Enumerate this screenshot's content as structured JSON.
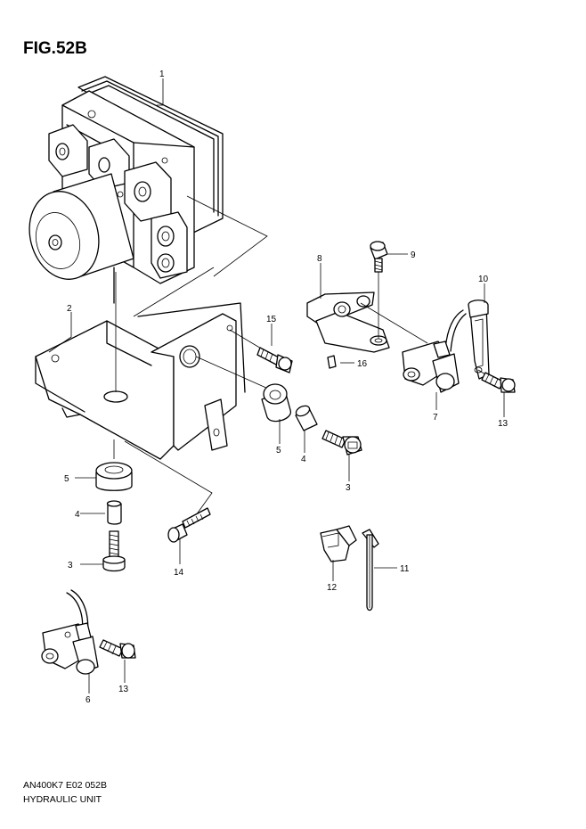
{
  "figure": {
    "title": "FIG.52B",
    "code": "AN400K7 E02 052B",
    "name": "HYDRAULIC UNIT"
  },
  "callouts": [
    {
      "id": "c1",
      "label": "1"
    },
    {
      "id": "c2",
      "label": "2"
    },
    {
      "id": "c3a",
      "label": "3"
    },
    {
      "id": "c3b",
      "label": "3"
    },
    {
      "id": "c4a",
      "label": "4"
    },
    {
      "id": "c4b",
      "label": "4"
    },
    {
      "id": "c5a",
      "label": "5"
    },
    {
      "id": "c5b",
      "label": "5"
    },
    {
      "id": "c6",
      "label": "6"
    },
    {
      "id": "c7",
      "label": "7"
    },
    {
      "id": "c8",
      "label": "8"
    },
    {
      "id": "c9",
      "label": "9"
    },
    {
      "id": "c10",
      "label": "10"
    },
    {
      "id": "c11",
      "label": "11"
    },
    {
      "id": "c12",
      "label": "12"
    },
    {
      "id": "c13a",
      "label": "13"
    },
    {
      "id": "c13b",
      "label": "13"
    },
    {
      "id": "c14",
      "label": "14"
    },
    {
      "id": "c15",
      "label": "15"
    },
    {
      "id": "c16",
      "label": "16"
    }
  ]
}
